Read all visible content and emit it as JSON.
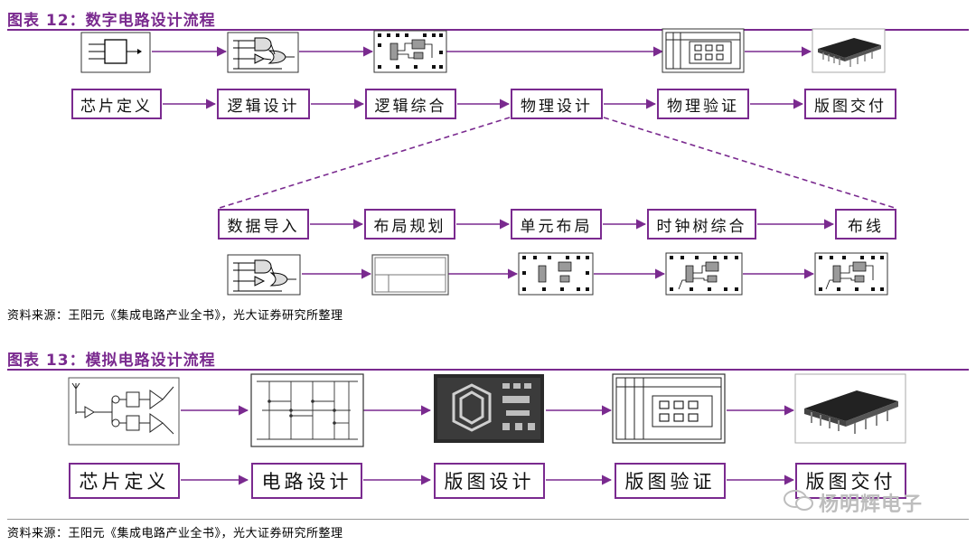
{
  "fig12": {
    "title": "图表 12：数字电路设计流程",
    "main_flow": [
      "芯片定义",
      "逻辑设计",
      "逻辑综合",
      "物理设计",
      "物理验证",
      "版图交付"
    ],
    "sub_flow": [
      "数据导入",
      "布局规划",
      "单元布局",
      "时钟树综合",
      "布线"
    ],
    "source": "资料来源：王阳元《集成电路产业全书》，光大证券研究所整理"
  },
  "fig13": {
    "title": "图表 13：模拟电路设计流程",
    "main_flow": [
      "芯片定义",
      "电路设计",
      "版图设计",
      "版图验证",
      "版图交付"
    ],
    "source": "资料来源：王阳元《集成电路产业全书》，光大证券研究所整理"
  },
  "watermark": "杨明辉电子",
  "icons": [
    "block-diagram-icon",
    "logic-gates-icon",
    "layout-cells-icon",
    "chip-package-icon",
    "analog-schematic-icon",
    "spiral-inductor-icon"
  ],
  "colors": {
    "accent": "#7a2a8f",
    "box_border": "#7a2a8f",
    "arrow": "#7a2a8f"
  }
}
